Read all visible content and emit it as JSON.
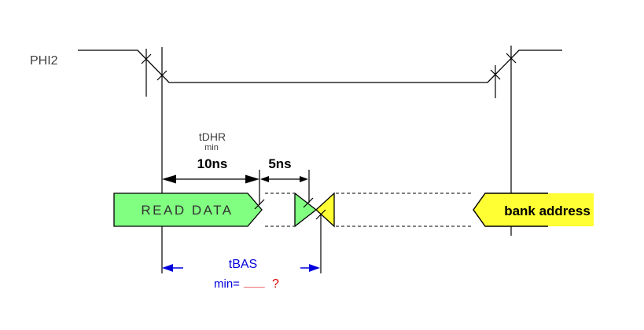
{
  "diagram": {
    "signal_label": "PHI2",
    "timing_top": {
      "name": "tDHR",
      "qualifier": "min",
      "value": "10ns"
    },
    "timing_gap": {
      "value": "5ns"
    },
    "bus": {
      "read_segment": "READ DATA",
      "bank_segment": "bank address"
    },
    "timing_bottom": {
      "name": "tBAS",
      "prefix": "min=",
      "blank": "___",
      "question": "?"
    }
  },
  "colors": {
    "read_data_green": "#80ff80",
    "bank_address_yellow": "#ffff33",
    "annotation_blue": "#0000dd",
    "question_red": "#dd0000",
    "line_black": "#000000",
    "label_gray": "#3f3f3f"
  }
}
